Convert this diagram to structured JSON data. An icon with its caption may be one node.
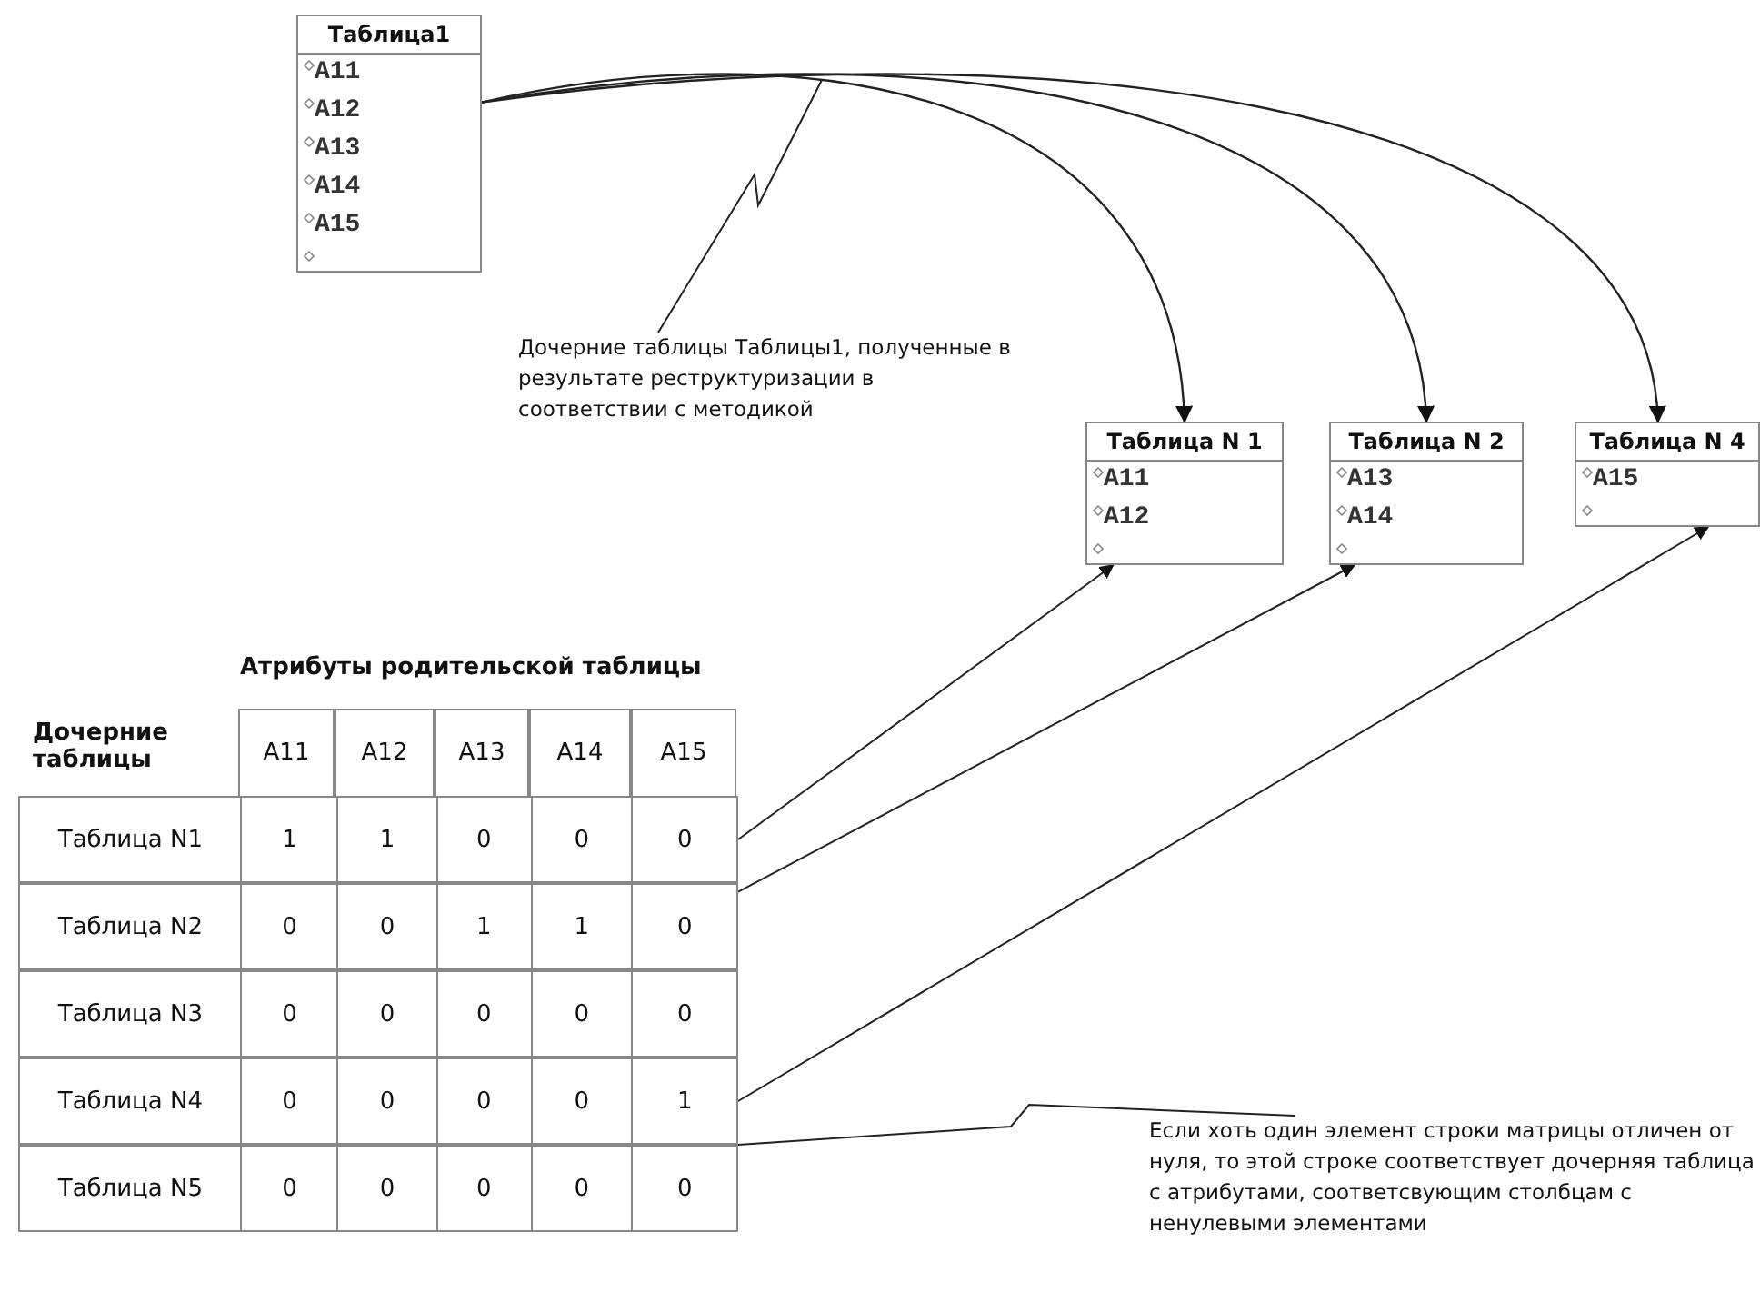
{
  "diagram": {
    "nodes": [
      {
        "text": [
          "Таблица1",
          "A11",
          "A12",
          "A13",
          "A14",
          "A15"
        ]
      },
      {
        "text": [
          "Таблица N 1",
          "A11",
          "A12"
        ]
      },
      {
        "text": [
          "Таблица N 2",
          "A13",
          "A14"
        ]
      },
      {
        "text": [
          "Таблица N 4",
          "A15"
        ]
      },
      {
        "text": [
          "Дочерние таблицы Таблицы1, полученные в результате реструктуризации в соответствии с методикой"
        ]
      },
      {
        "text": [
          "Таблица N1",
          "1",
          "1",
          "0",
          "0",
          "0"
        ]
      },
      {
        "text": [
          "Таблица N2",
          "0",
          "0",
          "1",
          "1",
          "0"
        ]
      },
      {
        "text": [
          "Таблица N3",
          "0",
          "0",
          "0",
          "0",
          "0"
        ]
      },
      {
        "text": [
          "Таблица N4",
          "0",
          "0",
          "0",
          "0",
          "1"
        ]
      },
      {
        "text": [
          "Таблица N5",
          "0",
          "0",
          "0",
          "0",
          "0"
        ]
      },
      {
        "text": [
          "Если хоть один элемент строки матрицы отличен от нуля, то этой строке соответствует дочерняя таблица с атрибутами, соответсвующим столбцам с ненулевыми элементами"
        ]
      }
    ],
    "edges": [
      {
        "from": 0,
        "to": 1,
        "arrow": "to"
      },
      {
        "from": 0,
        "to": 2,
        "arrow": "to"
      },
      {
        "from": 0,
        "to": 3,
        "arrow": "to"
      },
      {
        "from": 4,
        "to": null,
        "arrow": "none"
      },
      {
        "from": 5,
        "to": 1,
        "arrow": "to"
      },
      {
        "from": 6,
        "to": 2,
        "arrow": "to"
      },
      {
        "from": 8,
        "to": 3,
        "arrow": "to"
      },
      {
        "from": 10,
        "to": 8,
        "arrow": "none"
      }
    ],
    "labels": [
      "Атрибуты родительской таблицы",
      "Дочерние таблицы",
      "A11",
      "A12",
      "A13",
      "A14",
      "A15"
    ]
  }
}
